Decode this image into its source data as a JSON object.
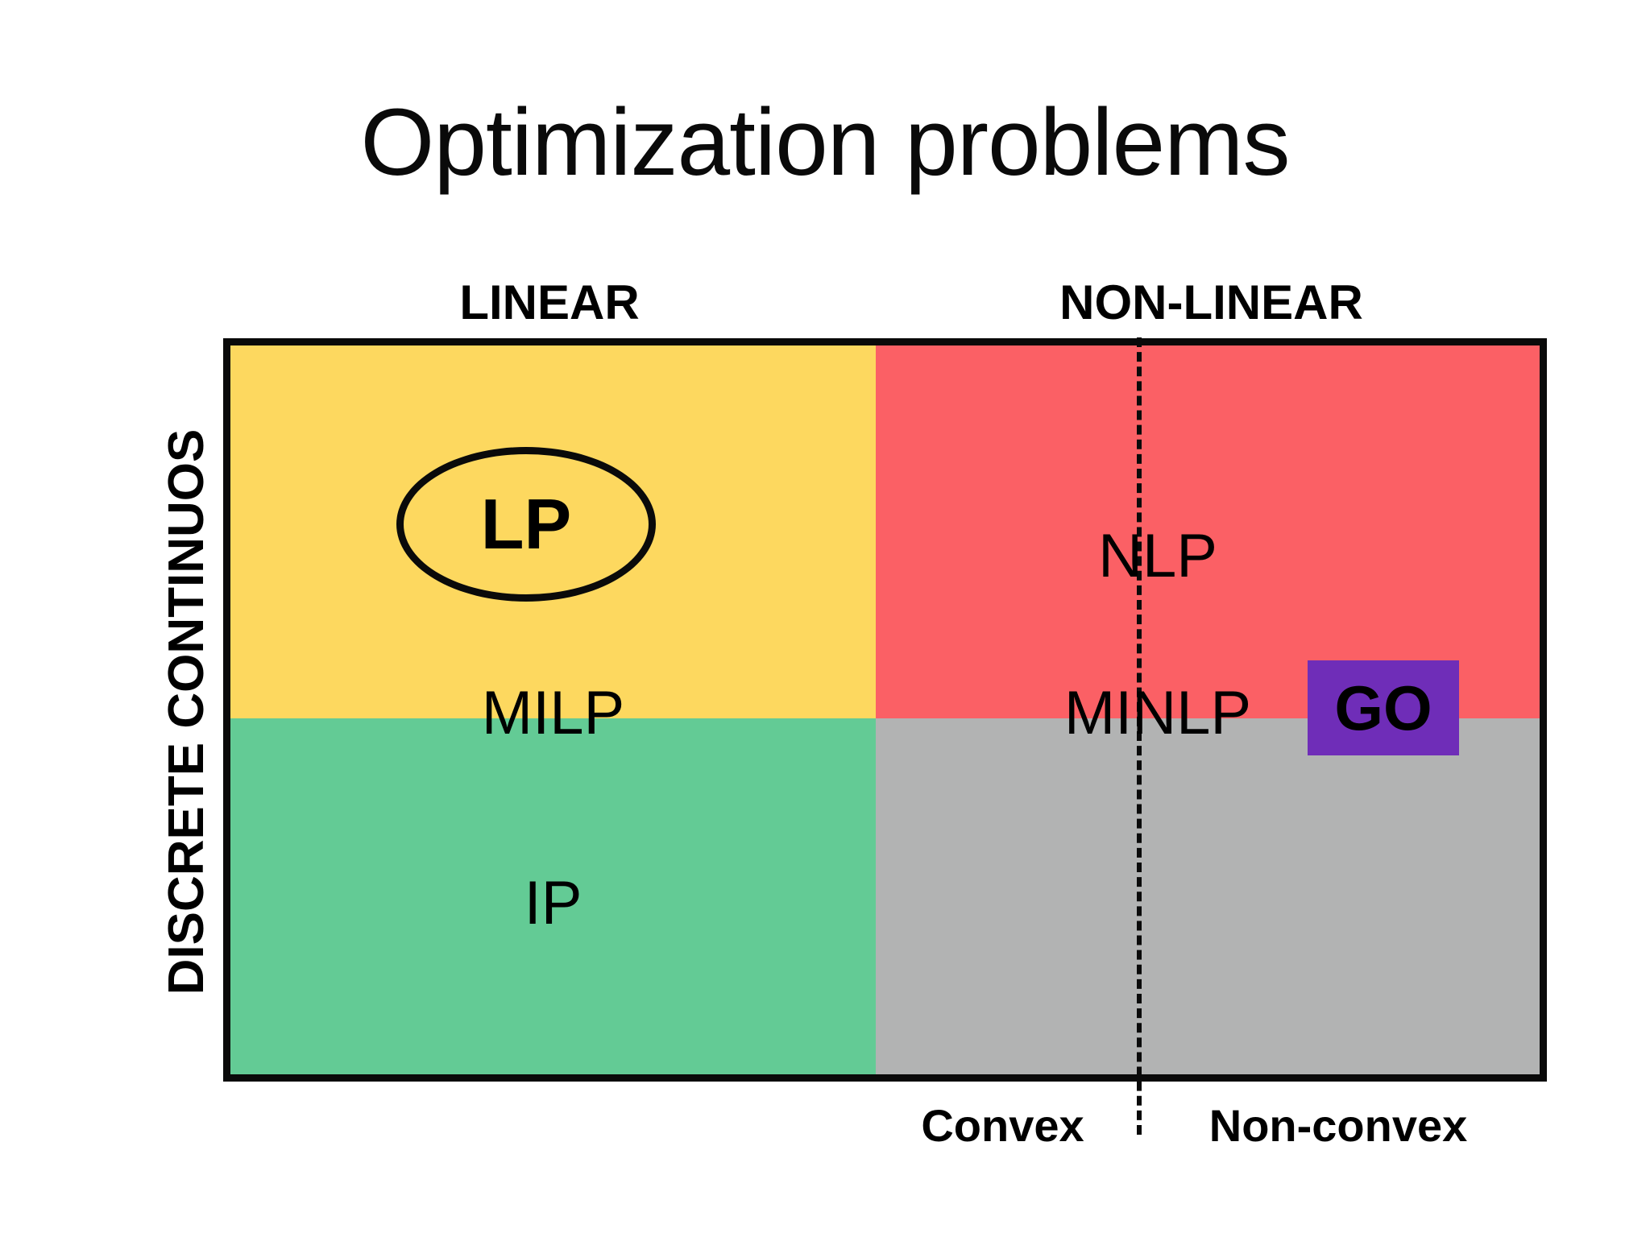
{
  "title": "Optimization problems",
  "axes": {
    "vertical_label": "DISCRETE CONTINUOS",
    "column_headers": [
      {
        "id": "linear",
        "label": "LINEAR"
      },
      {
        "id": "non-linear",
        "label": "NON-LINEAR"
      }
    ],
    "bottom_labels": [
      {
        "id": "convex",
        "label": "Convex"
      },
      {
        "id": "non-convex",
        "label": "Non-convex"
      }
    ]
  },
  "chart_data": {
    "type": "table",
    "title": "Optimization problems",
    "xlabel": "",
    "ylabel": "DISCRETE CONTINUOS",
    "grid": false,
    "legend": "none",
    "columns": [
      "LINEAR",
      "NON-LINEAR"
    ],
    "rows": [
      "CONTINUOS",
      "DISCRETE"
    ],
    "sub_columns": [
      "Convex",
      "Non-convex"
    ],
    "cells": [
      {
        "row": "CONTINUOS",
        "column": "LINEAR",
        "label": "LP",
        "color": "#FDD85F",
        "emphasis": "ellipse"
      },
      {
        "row": "CONTINUOS",
        "column": "NON-LINEAR",
        "label": "NLP",
        "color": "#FB6065",
        "emphasis": "none"
      },
      {
        "row": "DISCRETE",
        "column": "LINEAR",
        "label": "IP",
        "color": "#63CB95",
        "emphasis": "none"
      },
      {
        "row": "DISCRETE",
        "column": "NON-LINEAR",
        "label": "",
        "color": "#B2B3B3",
        "emphasis": "none"
      }
    ],
    "boundary_labels": [
      {
        "label": "MILP",
        "between": [
          "LP",
          "IP"
        ]
      },
      {
        "label": "MINLP",
        "between": [
          "NLP",
          "DISCRETE NON-LINEAR"
        ]
      }
    ],
    "badges": [
      {
        "label": "GO",
        "color": "#6F2DB8",
        "region": "non-convex boundary"
      }
    ]
  },
  "cells": {
    "lp": "LP",
    "nlp": "NLP",
    "milp": "MILP",
    "minlp": "MINLP",
    "ip": "IP",
    "go": "GO"
  },
  "colors": {
    "continuous_linear": "#FDD85F",
    "continuous_nonlinear": "#FB6065",
    "discrete_linear": "#63CB95",
    "discrete_nonlinear": "#B2B3B3",
    "go_badge": "#6F2DB8",
    "outline": "#0A0A0A",
    "background": "#FFFFFF"
  }
}
